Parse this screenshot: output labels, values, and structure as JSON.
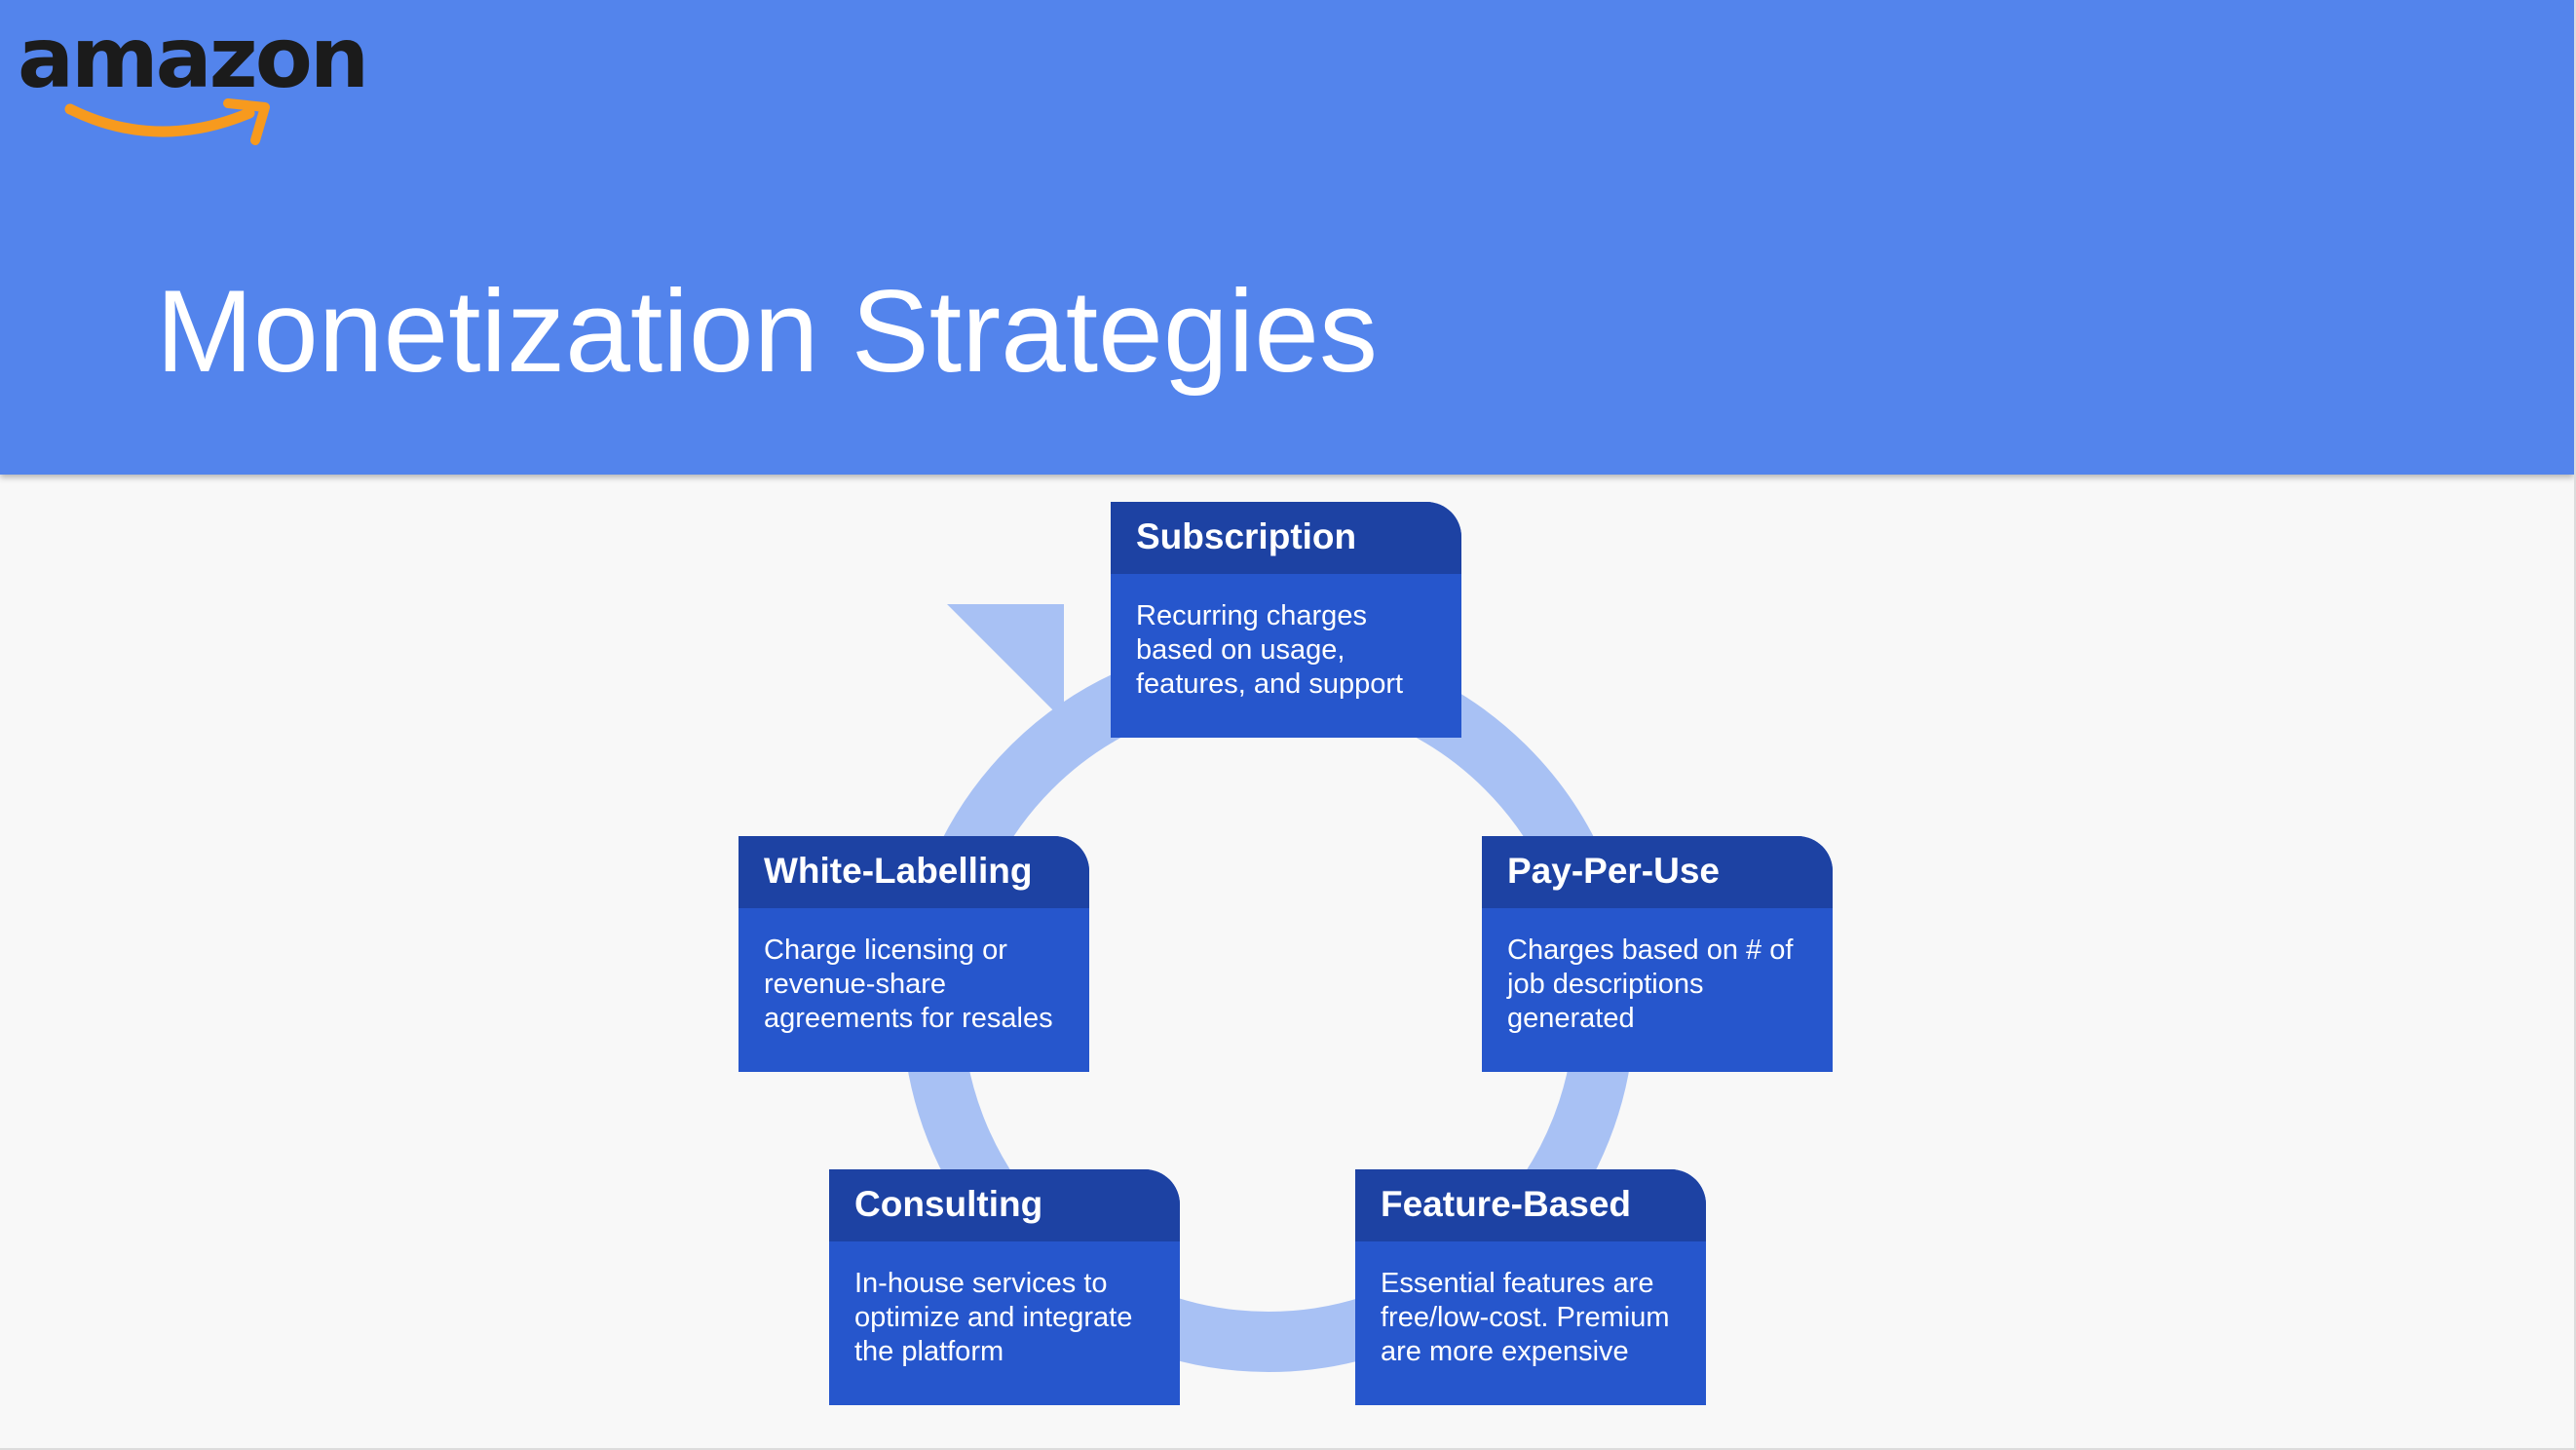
{
  "logo": {
    "text": "amazon",
    "smile_color": "#f79a1e"
  },
  "title": "Monetization Strategies",
  "colors": {
    "header_bg": "#5384ec",
    "card_body": "#2656cc",
    "card_head": "#1d42a3",
    "ring": "#a8c1f4"
  },
  "cards": [
    {
      "title": "Subscription",
      "desc": "Recurring charges based on usage, features, and support"
    },
    {
      "title": "Pay-Per-Use",
      "desc": "Charges based on # of job descriptions generated"
    },
    {
      "title": "Feature-Based",
      "desc": "Essential features are free/low-cost. Premium are more expensive"
    },
    {
      "title": "Consulting",
      "desc": "In-house services to optimize and integrate the platform"
    },
    {
      "title": "White-Labelling",
      "desc": "Charge licensing or revenue-share agreements for resales"
    }
  ]
}
